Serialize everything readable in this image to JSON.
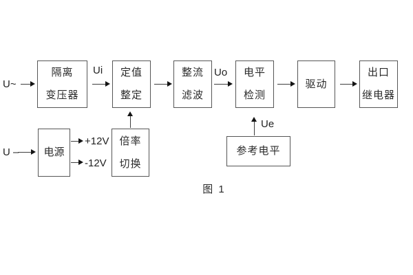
{
  "diagram": {
    "caption": "图 1",
    "blocks": [
      {
        "name": "isolation-transformer",
        "lines": [
          "隔离",
          "变压器"
        ]
      },
      {
        "name": "setting-adjustment",
        "lines": [
          "定值",
          "整定"
        ]
      },
      {
        "name": "rectifier-filter",
        "lines": [
          "整流",
          "滤波"
        ]
      },
      {
        "name": "level-detection",
        "lines": [
          "电平",
          "检测"
        ]
      },
      {
        "name": "driver",
        "lines": [
          "驱动"
        ]
      },
      {
        "name": "output-relay",
        "lines": [
          "出口",
          "继电器"
        ]
      },
      {
        "name": "power-supply",
        "lines": [
          "电源"
        ]
      },
      {
        "name": "ratio-switch",
        "lines": [
          "倍率",
          "切换"
        ]
      },
      {
        "name": "reference-level",
        "lines": [
          "参考电平"
        ]
      }
    ],
    "signal_labels": {
      "input_ac": "U~",
      "input_dc": "U –",
      "ui": "Ui",
      "uo": "Uo",
      "ue": "Ue",
      "plus12v": "+12V",
      "minus12v": "-12V"
    },
    "colors": {
      "background": "#ffffff",
      "line": "#555555",
      "text": "#2a2a2a"
    }
  }
}
